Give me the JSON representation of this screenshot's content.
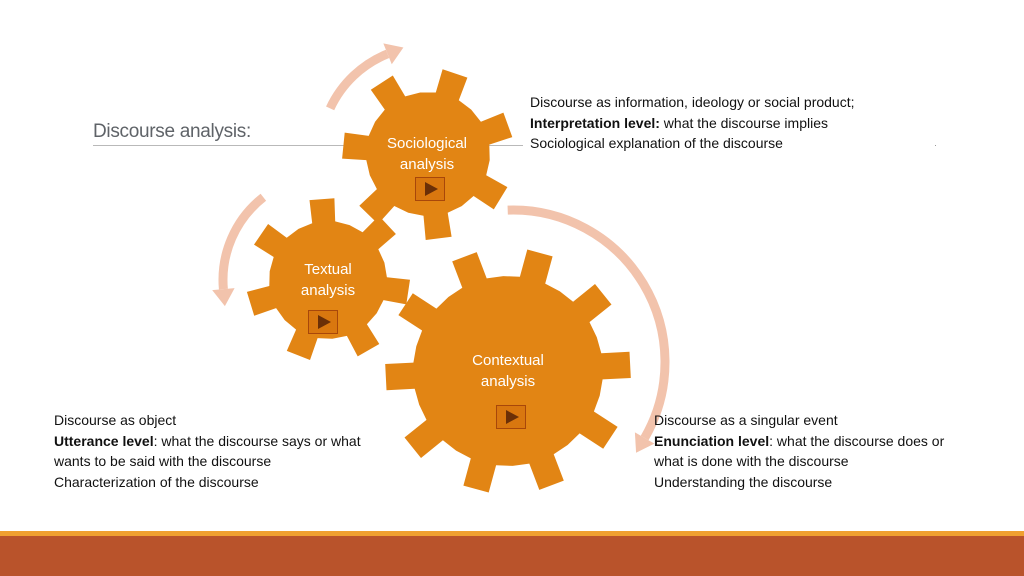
{
  "slide": {
    "title": "Discourse analysis:"
  },
  "colors": {
    "gear": "#e28514",
    "arrow": "#f2c3ac",
    "footer_bar": "#b9532b",
    "footer_accent": "#f0a030"
  },
  "gears": {
    "sociological": {
      "line1": "Sociological",
      "line2": "analysis"
    },
    "textual": {
      "line1": "Textual",
      "line2": "analysis"
    },
    "contextual": {
      "line1": "Contextual",
      "line2": "analysis"
    }
  },
  "descriptions": {
    "sociological": {
      "line1": "Discourse as information, ideology or social product;",
      "level_label": "Interpretation level:",
      "level_text": " what the discourse implies",
      "line3": "Sociological explanation of the discourse"
    },
    "textual": {
      "line1": "Discourse as object",
      "level_label": "Utterance level",
      "level_text": ": what the discourse says or what",
      "line2b": "wants to be said with the discourse",
      "line3": "Characterization of the discourse"
    },
    "contextual": {
      "line1": "Discourse as a singular event",
      "level_label": "Enunciation level",
      "level_text": ": what the discourse does or",
      "line2b": "what is done with the discourse",
      "line3": "Understanding the discourse"
    }
  },
  "icons": {
    "play": "play-icon"
  }
}
